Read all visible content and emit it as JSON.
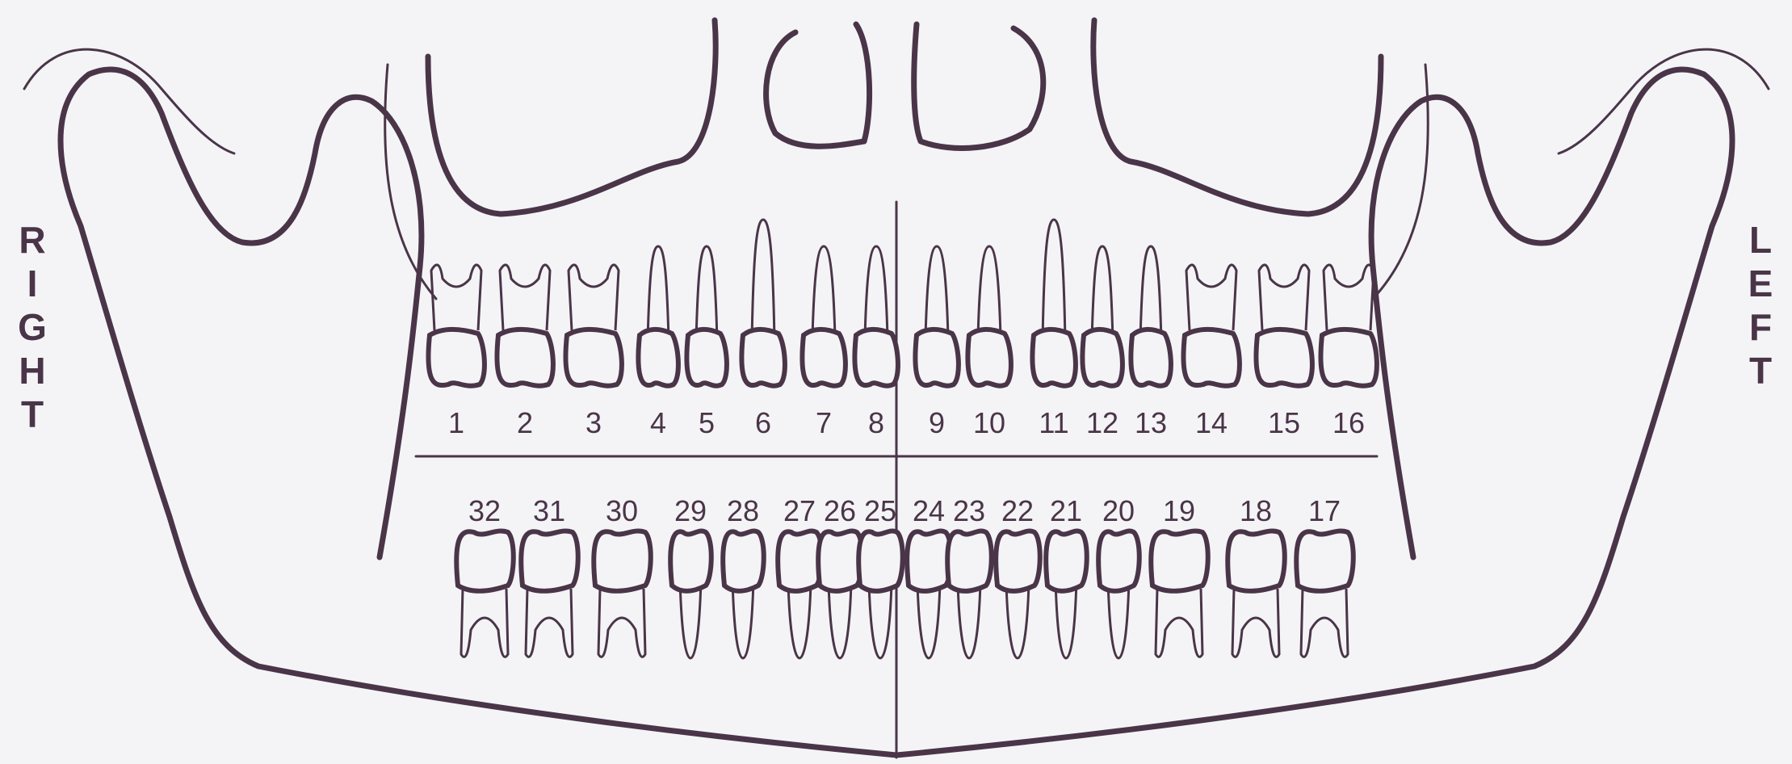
{
  "labels": {
    "right": [
      "R",
      "I",
      "G",
      "H",
      "T"
    ],
    "left": [
      "L",
      "E",
      "F",
      "T"
    ]
  },
  "colors": {
    "outline": "#4a3548",
    "background": "#f4f4f7"
  },
  "upper_teeth": [
    {
      "number": "1",
      "type": "molar"
    },
    {
      "number": "2",
      "type": "molar"
    },
    {
      "number": "3",
      "type": "molar"
    },
    {
      "number": "4",
      "type": "premolar"
    },
    {
      "number": "5",
      "type": "premolar"
    },
    {
      "number": "6",
      "type": "canine"
    },
    {
      "number": "7",
      "type": "incisor"
    },
    {
      "number": "8",
      "type": "incisor"
    },
    {
      "number": "9",
      "type": "incisor"
    },
    {
      "number": "10",
      "type": "incisor"
    },
    {
      "number": "11",
      "type": "canine"
    },
    {
      "number": "12",
      "type": "premolar"
    },
    {
      "number": "13",
      "type": "premolar"
    },
    {
      "number": "14",
      "type": "molar"
    },
    {
      "number": "15",
      "type": "molar"
    },
    {
      "number": "16",
      "type": "molar"
    }
  ],
  "lower_teeth": [
    {
      "number": "32",
      "type": "molar"
    },
    {
      "number": "31",
      "type": "molar"
    },
    {
      "number": "30",
      "type": "molar"
    },
    {
      "number": "29",
      "type": "premolar"
    },
    {
      "number": "28",
      "type": "premolar"
    },
    {
      "number": "27",
      "type": "canine"
    },
    {
      "number": "26",
      "type": "incisor"
    },
    {
      "number": "25",
      "type": "incisor"
    },
    {
      "number": "24",
      "type": "incisor"
    },
    {
      "number": "23",
      "type": "incisor"
    },
    {
      "number": "22",
      "type": "canine"
    },
    {
      "number": "21",
      "type": "premolar"
    },
    {
      "number": "20",
      "type": "premolar"
    },
    {
      "number": "19",
      "type": "molar"
    },
    {
      "number": "18",
      "type": "molar"
    },
    {
      "number": "17",
      "type": "molar"
    }
  ]
}
